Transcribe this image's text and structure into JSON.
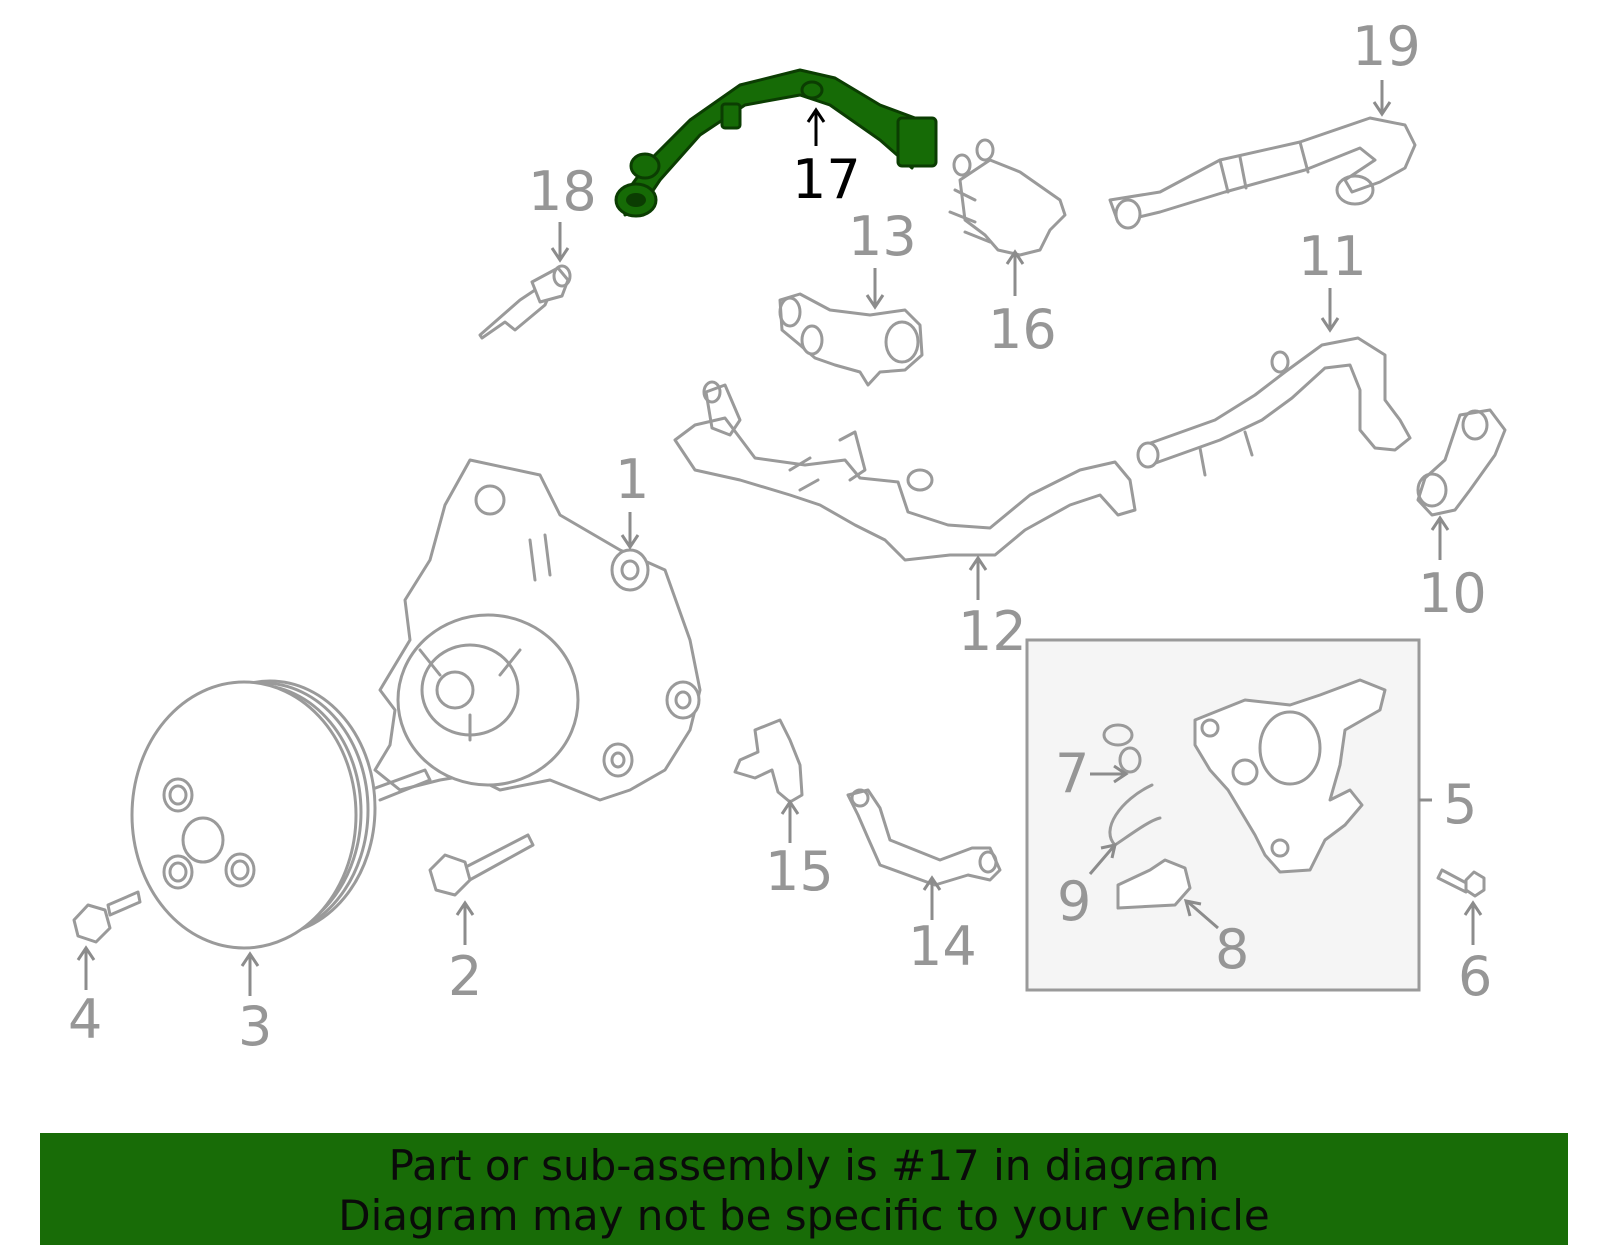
{
  "highlighted_part": "17",
  "callouts": [
    "1",
    "2",
    "3",
    "4",
    "5",
    "6",
    "7",
    "8",
    "9",
    "10",
    "11",
    "12",
    "13",
    "14",
    "15",
    "16",
    "17",
    "18",
    "19"
  ],
  "banner": {
    "line1": "Part or sub-assembly is #17 in diagram",
    "line2": "Diagram may not be specific to your vehicle"
  },
  "colors": {
    "highlight": "#166b06",
    "banner": "#186c07",
    "line_art": "#9a9a9a",
    "kit_box": "#f5f5f5"
  }
}
